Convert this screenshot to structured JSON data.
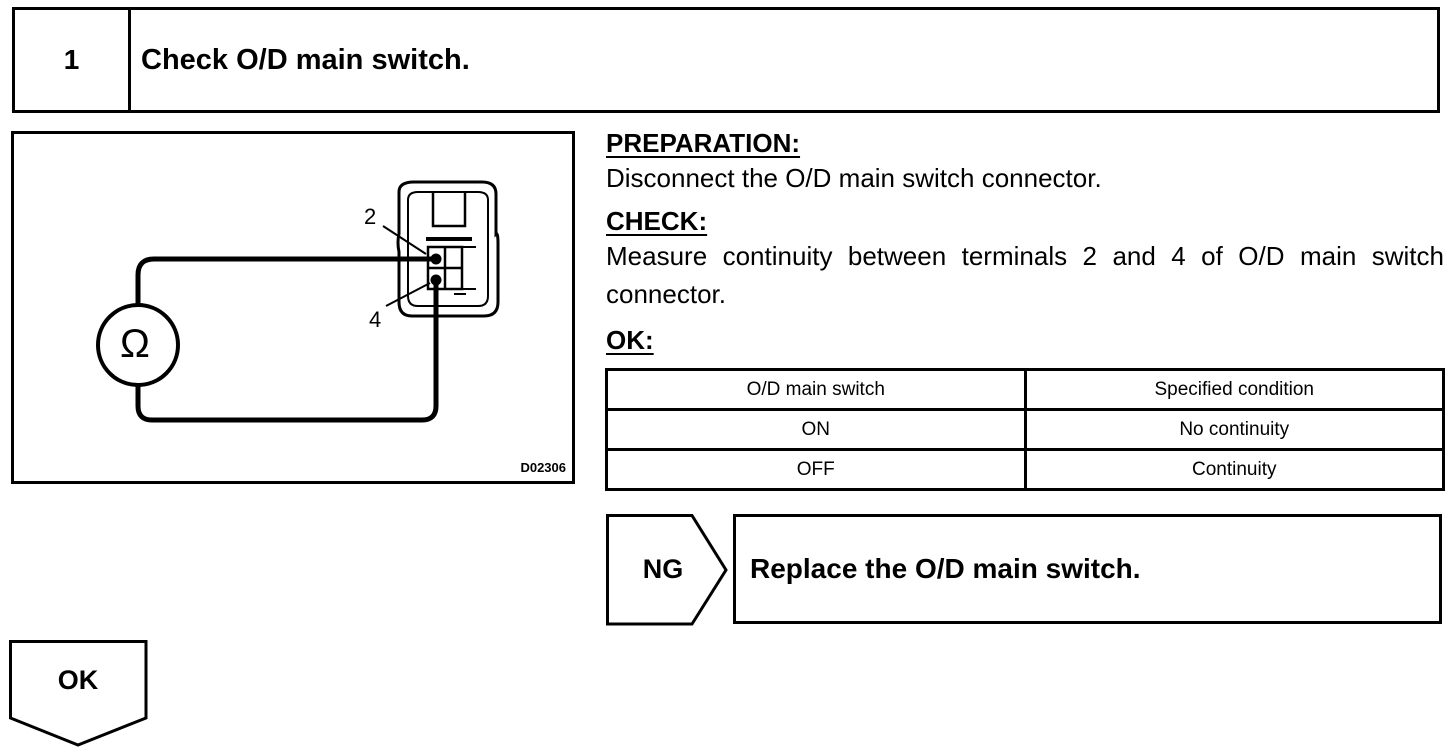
{
  "step": {
    "number": "1",
    "title": "Check O/D main switch."
  },
  "figure": {
    "terminal_labels": [
      "2",
      "4"
    ],
    "ohm_symbol": "Ω",
    "figure_id": "D02306"
  },
  "preparation": {
    "heading": "PREPARATION:",
    "text": "Disconnect the O/D main switch connector."
  },
  "check": {
    "heading": "CHECK:",
    "text": "Measure continuity between terminals 2 and 4 of O/D main switch connector."
  },
  "ok_section": {
    "heading": "OK:"
  },
  "spec_table": {
    "headers": [
      "O/D main switch",
      "Specified condition"
    ],
    "rows": [
      [
        "ON",
        "No continuity"
      ],
      [
        "OFF",
        "Continuity"
      ]
    ]
  },
  "ng_flow": {
    "label": "NG",
    "result": "Replace the O/D main switch."
  },
  "ok_flow": {
    "label": "OK"
  }
}
